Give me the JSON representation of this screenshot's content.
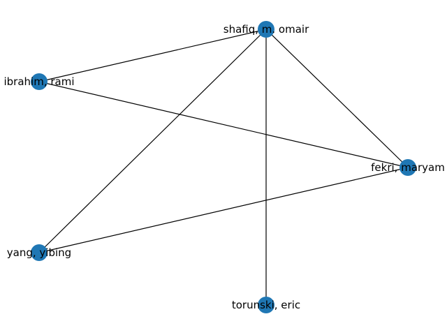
{
  "graph": {
    "node_color": "#1f77b4",
    "edge_color": "#000000",
    "nodes": [
      {
        "id": "shafiq",
        "label": "shafiq, m. omair"
      },
      {
        "id": "ibrahim",
        "label": "ibrahim, rami"
      },
      {
        "id": "fekri",
        "label": "fekri, maryam"
      },
      {
        "id": "yang",
        "label": "yang, yibing"
      },
      {
        "id": "torunski",
        "label": "torunski, eric"
      }
    ],
    "edges": [
      {
        "source": "shafiq",
        "target": "ibrahim"
      },
      {
        "source": "shafiq",
        "target": "fekri"
      },
      {
        "source": "shafiq",
        "target": "yang"
      },
      {
        "source": "shafiq",
        "target": "torunski"
      },
      {
        "source": "ibrahim",
        "target": "fekri"
      },
      {
        "source": "fekri",
        "target": "yang"
      }
    ]
  }
}
